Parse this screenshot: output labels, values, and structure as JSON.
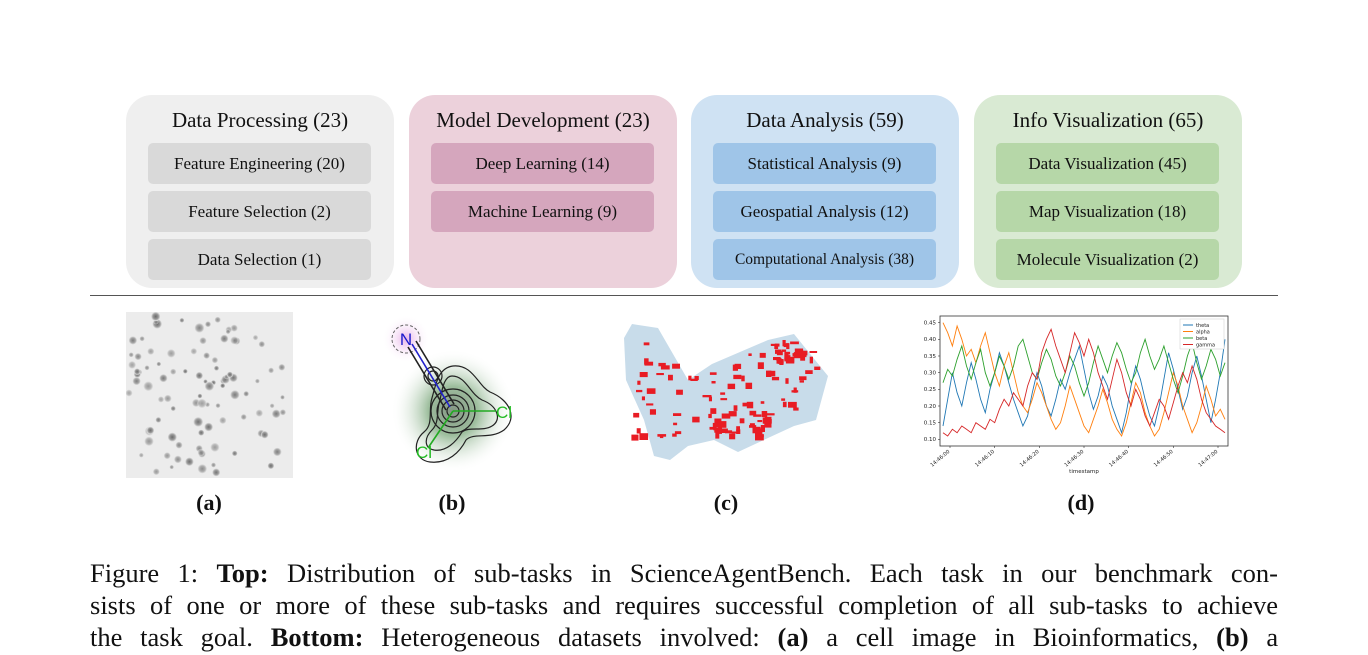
{
  "categories": [
    {
      "id": "dp",
      "title": "Data Processing (23)",
      "subtasks": [
        "Feature Engineering (20)",
        "Feature Selection (2)",
        "Data Selection (1)"
      ],
      "colors": {
        "panel": "#efefef",
        "box": "#d9d9d9"
      }
    },
    {
      "id": "md",
      "title": "Model Development (23)",
      "subtasks": [
        "Deep Learning (14)",
        "Machine Learning (9)"
      ],
      "colors": {
        "panel": "#ecd1db",
        "box": "#d5a6bd"
      }
    },
    {
      "id": "da",
      "title": "Data Analysis (59)",
      "subtasks": [
        "Statistical Analysis (9)",
        "Geospatial Analysis (12)",
        "Computational Analysis (38)"
      ],
      "colors": {
        "panel": "#cfe2f3",
        "box": "#9fc5e8"
      }
    },
    {
      "id": "iv",
      "title": "Info Visualization (65)",
      "subtasks": [
        "Data Visualization (45)",
        "Map Visualization (18)",
        "Molecule Visualization (2)"
      ],
      "colors": {
        "panel": "#d9ead3",
        "box": "#b6d7a8"
      }
    }
  ],
  "panels": {
    "a": {
      "label": "(a)"
    },
    "b": {
      "label": "(b)",
      "atoms": [
        "N",
        "Cl",
        "Cl"
      ]
    },
    "c": {
      "label": "(c)"
    },
    "d": {
      "label": "(d)"
    }
  },
  "chart_data": {
    "type": "line",
    "title": "",
    "xlabel": "timestamp",
    "ylabel": "",
    "x_ticks": [
      "14:46:00",
      "14:46:10",
      "14:46:20",
      "14:46:30",
      "14:46:40",
      "14:46:50",
      "14:47:00"
    ],
    "y_ticks": [
      "0.45",
      "0.40",
      "0.35",
      "0.30",
      "0.25",
      "0.20",
      "0.15",
      "0.10"
    ],
    "ylim": [
      0.08,
      0.47
    ],
    "legend_position": "top-right",
    "series": [
      {
        "name": "theta",
        "color": "#1f77b4",
        "values": [
          0.14,
          0.22,
          0.3,
          0.24,
          0.2,
          0.27,
          0.33,
          0.28,
          0.22,
          0.18,
          0.25,
          0.3,
          0.36,
          0.32,
          0.27,
          0.22,
          0.18,
          0.14,
          0.17,
          0.24,
          0.3,
          0.26,
          0.2,
          0.17,
          0.22,
          0.28,
          0.25,
          0.3,
          0.34,
          0.38,
          0.31,
          0.24,
          0.19,
          0.23,
          0.29,
          0.26,
          0.2,
          0.16,
          0.12,
          0.18,
          0.26,
          0.32,
          0.28,
          0.22,
          0.17,
          0.14,
          0.2,
          0.28,
          0.36,
          0.31,
          0.25,
          0.19,
          0.23,
          0.3,
          0.35,
          0.29,
          0.22,
          0.15,
          0.22,
          0.3,
          0.4
        ]
      },
      {
        "name": "alpha",
        "color": "#ff7f0e",
        "values": [
          0.45,
          0.42,
          0.38,
          0.44,
          0.4,
          0.35,
          0.37,
          0.33,
          0.38,
          0.42,
          0.36,
          0.3,
          0.26,
          0.32,
          0.36,
          0.3,
          0.24,
          0.2,
          0.18,
          0.22,
          0.27,
          0.24,
          0.2,
          0.16,
          0.13,
          0.15,
          0.2,
          0.26,
          0.22,
          0.18,
          0.14,
          0.12,
          0.16,
          0.2,
          0.25,
          0.21,
          0.16,
          0.13,
          0.11,
          0.15,
          0.21,
          0.27,
          0.24,
          0.18,
          0.14,
          0.11,
          0.13,
          0.18,
          0.24,
          0.3,
          0.26,
          0.2,
          0.16,
          0.12,
          0.15,
          0.2,
          0.26,
          0.22,
          0.17,
          0.19,
          0.16
        ]
      },
      {
        "name": "beta",
        "color": "#2ca02c",
        "values": [
          0.27,
          0.31,
          0.29,
          0.34,
          0.38,
          0.32,
          0.28,
          0.33,
          0.37,
          0.3,
          0.26,
          0.3,
          0.35,
          0.32,
          0.28,
          0.32,
          0.38,
          0.4,
          0.35,
          0.3,
          0.28,
          0.33,
          0.37,
          0.34,
          0.29,
          0.26,
          0.3,
          0.35,
          0.32,
          0.27,
          0.23,
          0.27,
          0.33,
          0.38,
          0.34,
          0.3,
          0.35,
          0.39,
          0.36,
          0.31,
          0.27,
          0.3,
          0.36,
          0.4,
          0.35,
          0.31,
          0.34,
          0.38,
          0.33,
          0.28,
          0.24,
          0.29,
          0.35,
          0.39,
          0.33,
          0.28,
          0.32,
          0.37,
          0.34,
          0.29,
          0.33
        ]
      },
      {
        "name": "gamma",
        "color": "#d62728",
        "values": [
          0.12,
          0.11,
          0.13,
          0.12,
          0.14,
          0.13,
          0.12,
          0.15,
          0.14,
          0.13,
          0.16,
          0.15,
          0.19,
          0.22,
          0.2,
          0.24,
          0.22,
          0.2,
          0.26,
          0.3,
          0.28,
          0.36,
          0.4,
          0.43,
          0.38,
          0.34,
          0.3,
          0.36,
          0.42,
          0.39,
          0.35,
          0.4,
          0.36,
          0.3,
          0.26,
          0.22,
          0.28,
          0.34,
          0.3,
          0.24,
          0.2,
          0.25,
          0.22,
          0.17,
          0.14,
          0.18,
          0.22,
          0.2,
          0.16,
          0.21,
          0.26,
          0.3,
          0.27,
          0.32,
          0.28,
          0.22,
          0.18,
          0.16,
          0.14,
          0.13,
          0.12
        ]
      }
    ]
  },
  "caption": {
    "line1_pre": "Figure 1:",
    "line1_bold": "Top:",
    "line1_post": "Distribution of sub-tasks in ScienceAgentBench. Each task in our benchmark con-",
    "line2": "sists of one or more of these sub-tasks and requires successful completion of all sub-tasks to achieve",
    "line3_pre": "the task goal.",
    "line3_bold": "Bottom:",
    "line3_mid": "Heterogeneous datasets involved:",
    "line3_a": "(a)",
    "line3_a_text": "a cell image in Bioinformatics,",
    "line3_b": "(b)",
    "line3_end": "a"
  }
}
